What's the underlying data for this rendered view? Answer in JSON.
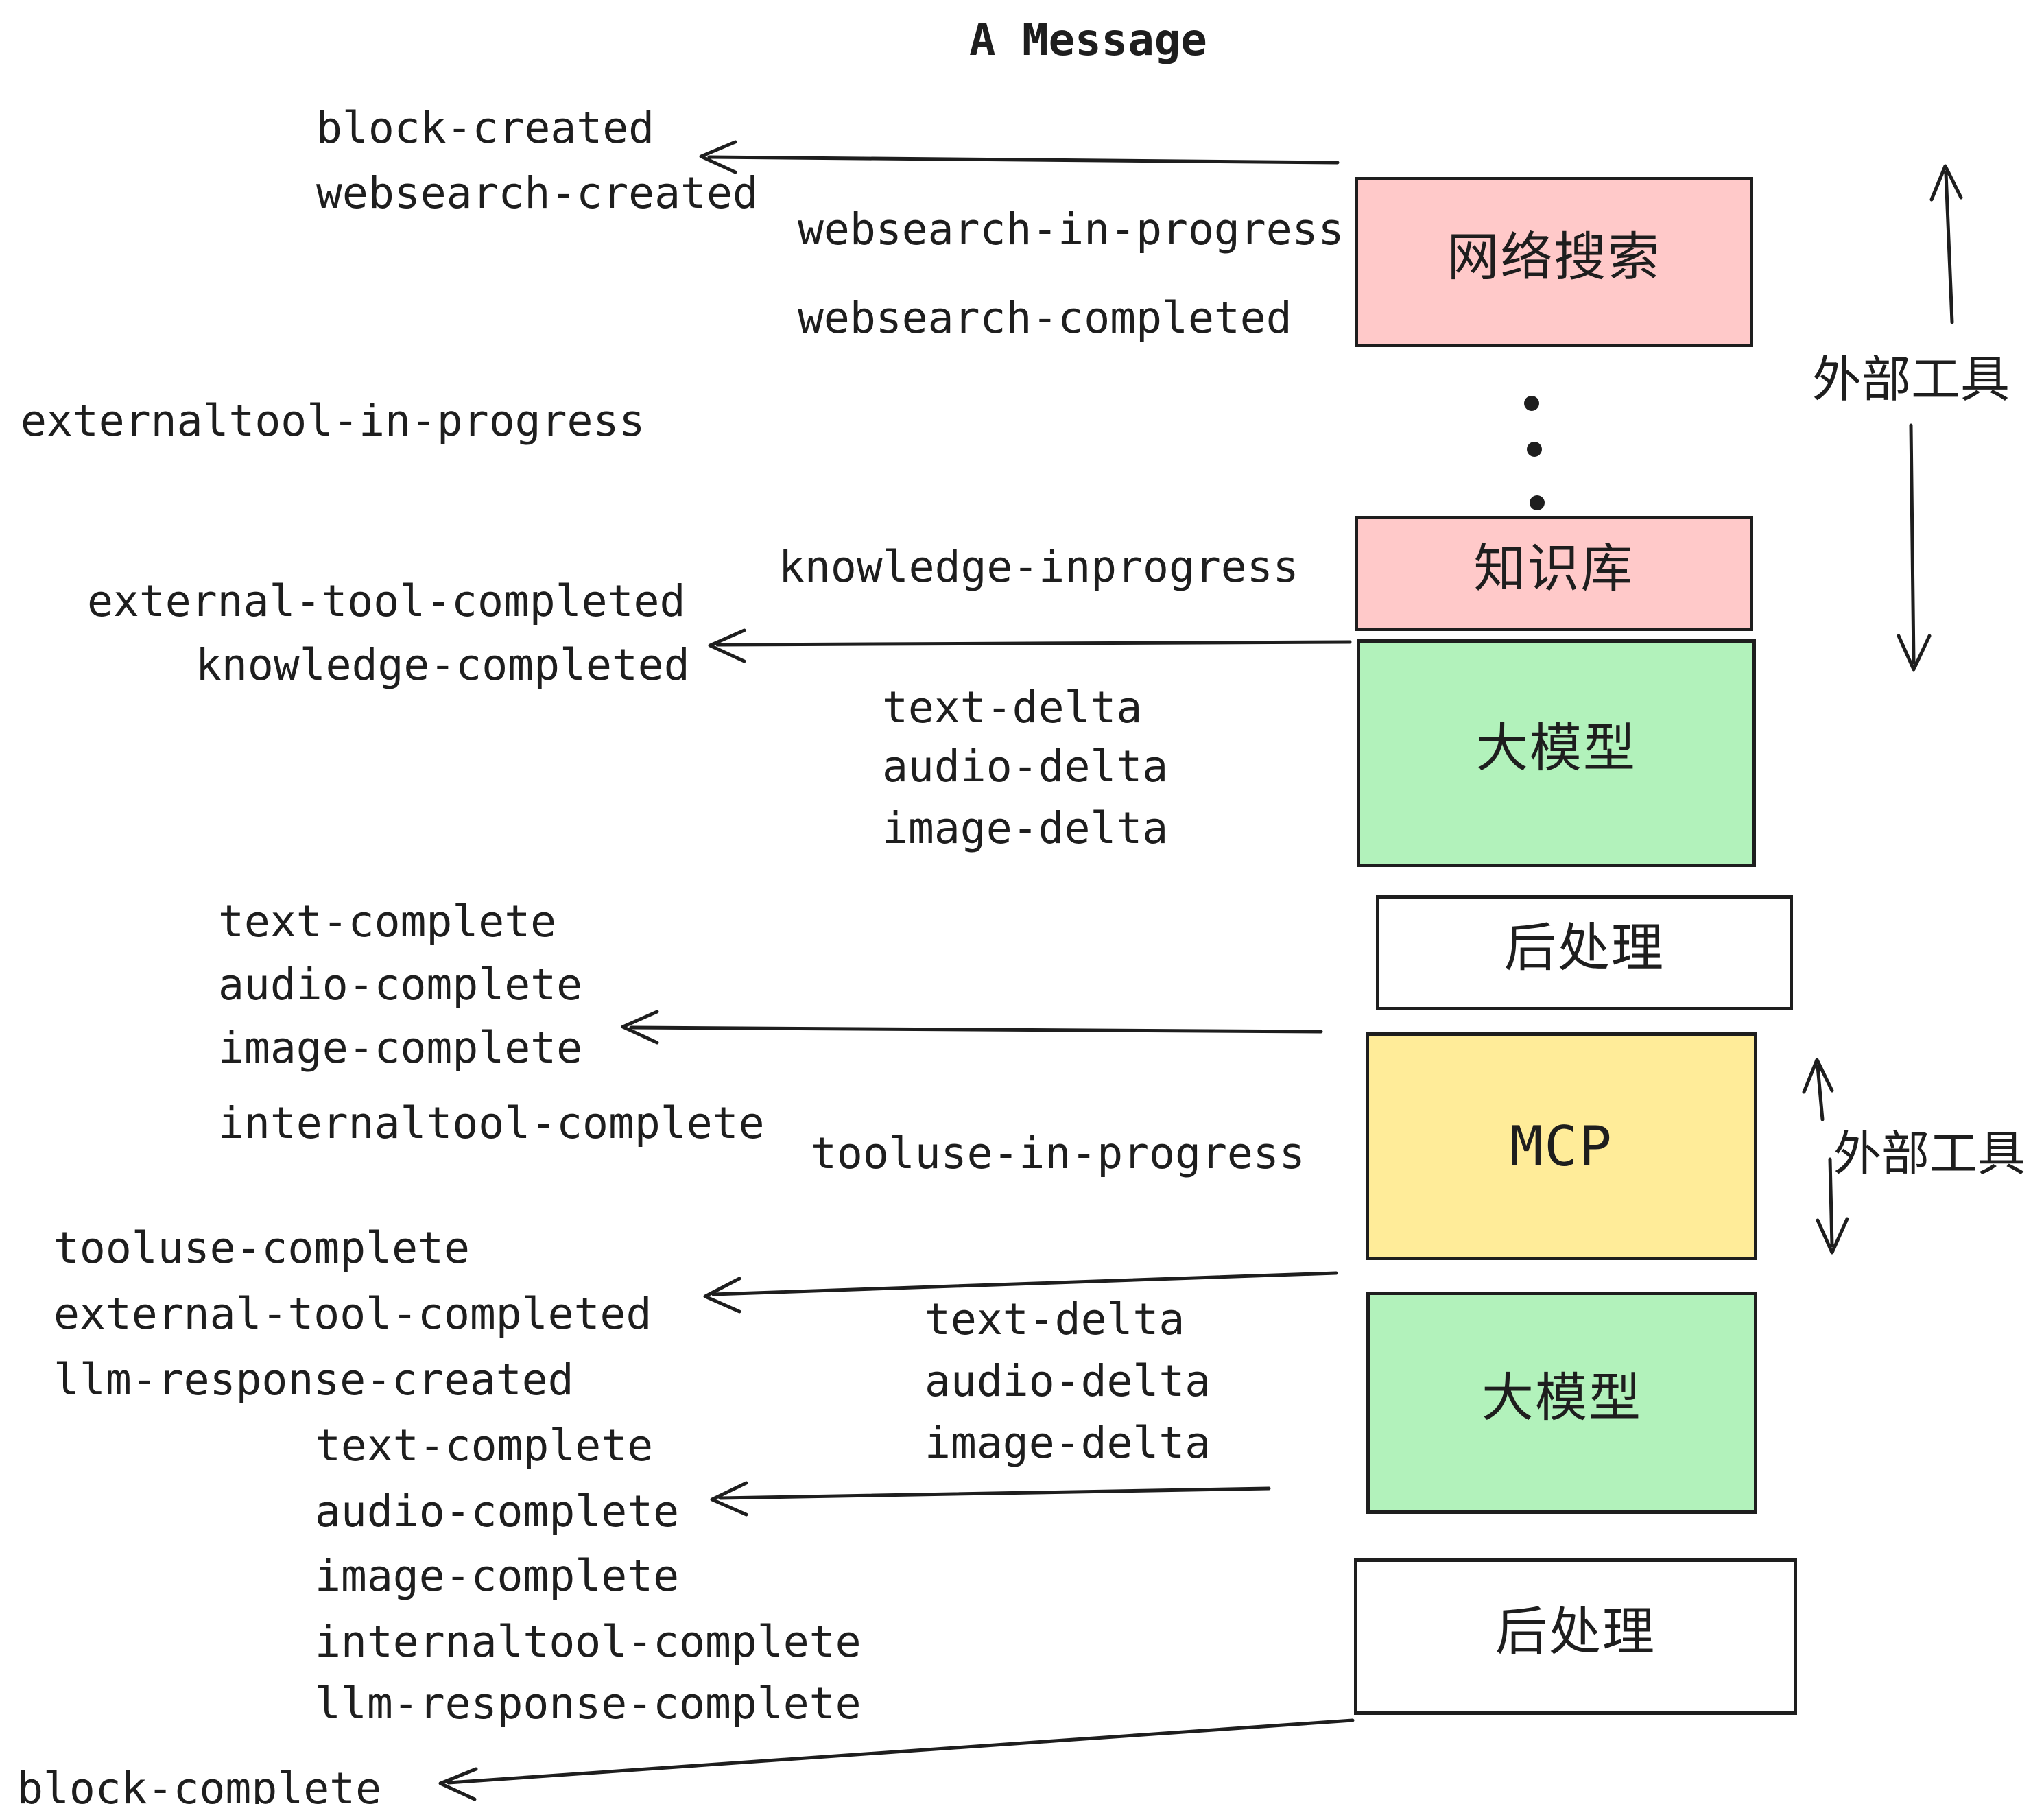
{
  "title": "A Message",
  "colors": {
    "pink": "#ffc9c9",
    "green": "#b2f2bb",
    "yellow": "#ffec99",
    "white": "#ffffff",
    "ink": "#1e1e1e",
    "background": "#ffffff"
  },
  "boxes": [
    {
      "id": "websearch",
      "label": "网络搜索",
      "fill": "#ffc9c9"
    },
    {
      "id": "knowledge",
      "label": "知识库",
      "fill": "#ffc9c9"
    },
    {
      "id": "llm-1",
      "label": "大模型",
      "fill": "#b2f2bb"
    },
    {
      "id": "postprocess-1",
      "label": "后处理",
      "fill": "#ffffff"
    },
    {
      "id": "mcp",
      "label": "MCP",
      "fill": "#ffec99"
    },
    {
      "id": "llm-2",
      "label": "大模型",
      "fill": "#b2f2bb"
    },
    {
      "id": "postprocess-2",
      "label": "后处理",
      "fill": "#ffffff"
    }
  ],
  "annotations": [
    {
      "label": "外部工具"
    },
    {
      "label": "外部工具"
    }
  ],
  "events": [
    "block-created",
    "websearch-created",
    "websearch-in-progress",
    "websearch-completed",
    "externaltool-in-progress",
    "knowledge-inprogress",
    "external-tool-completed",
    "knowledge-completed",
    "text-delta",
    "audio-delta",
    "image-delta",
    "text-complete",
    "audio-complete",
    "image-complete",
    "internaltool-complete",
    "tooluse-in-progress",
    "tooluse-complete",
    "external-tool-completed",
    "llm-response-created",
    "text-complete",
    "audio-complete",
    "image-complete",
    "internaltool-complete",
    "llm-response-complete",
    "block-complete"
  ]
}
